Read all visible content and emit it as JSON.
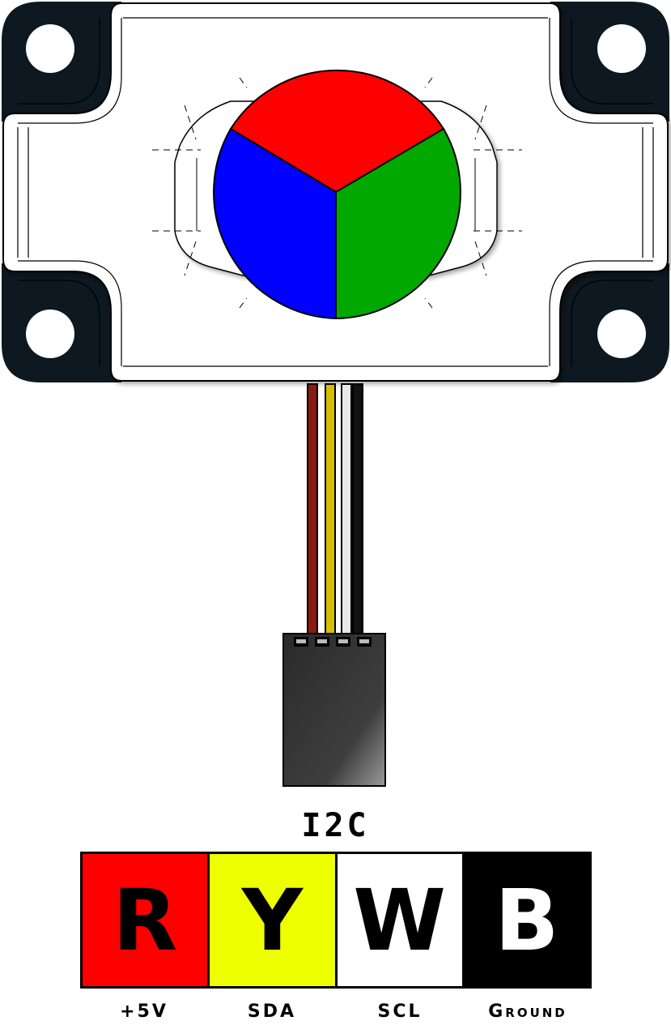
{
  "protocol_label": "I2C",
  "pins": [
    {
      "letter": "R",
      "label": "+5V",
      "bg": "#ff0000",
      "fg": "#000000"
    },
    {
      "letter": "Y",
      "label": "SDA",
      "bg": "#eeff00",
      "fg": "#000000"
    },
    {
      "letter": "W",
      "label": "SCL",
      "bg": "#ffffff",
      "fg": "#000000"
    },
    {
      "letter": "B",
      "label": "Ground",
      "bg": "#000000",
      "fg": "#ffffff"
    }
  ],
  "wire_colors": [
    "#8b1a10",
    "#d4c000",
    "#e8e8e8",
    "#111111"
  ],
  "sensor_colors": [
    "#ff0000",
    "#00a800",
    "#0000ff"
  ],
  "colors": {
    "housing": "#ffffff",
    "mount": "#0d1820",
    "connector": "#333333"
  }
}
